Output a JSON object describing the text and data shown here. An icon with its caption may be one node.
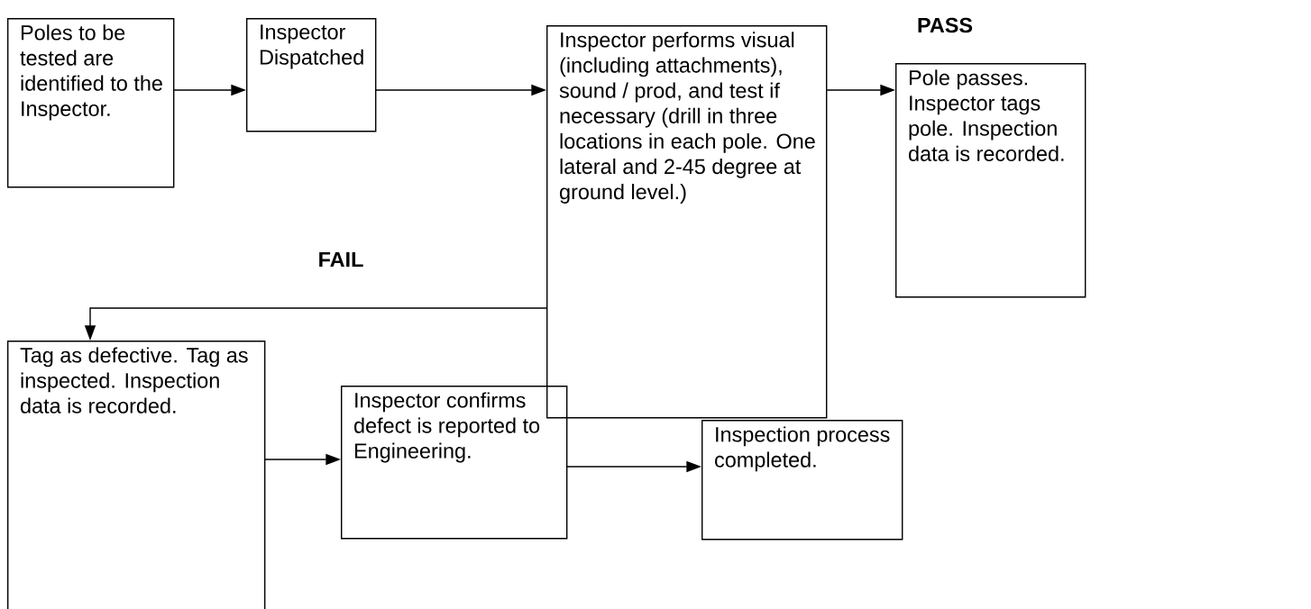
{
  "diagram": {
    "nodes": [
      {
        "text": [
          "Poles to be tested are identified to the Inspector."
        ]
      },
      {
        "text": [
          "Inspector Dispatched"
        ]
      },
      {
        "text": [
          "Inspector performs visual (including attachments), sound / prod, and test if necessary (drill in three locations in each pole. One lateral and 2-45 degree at ground level.)"
        ]
      },
      {
        "text": [
          "Pole passes. Inspector tags pole. Inspection data is recorded."
        ]
      },
      {
        "text": [
          "Tag as defective. Tag as inspected. Inspection data is recorded."
        ]
      },
      {
        "text": [
          "Inspector confirms defect is reported to Engineering."
        ]
      },
      {
        "text": [
          "Inspection process completed."
        ]
      }
    ],
    "edges": [
      {
        "from": 0,
        "to": 1,
        "arrow": "to"
      },
      {
        "from": 1,
        "to": 2,
        "arrow": "to"
      },
      {
        "from": 2,
        "to": 3,
        "arrow": "to",
        "label": "PASS"
      },
      {
        "from": 2,
        "to": 4,
        "arrow": "to",
        "label": "FAIL"
      },
      {
        "from": 4,
        "to": 5,
        "arrow": "to"
      },
      {
        "from": 5,
        "to": 6,
        "arrow": "to"
      }
    ]
  }
}
